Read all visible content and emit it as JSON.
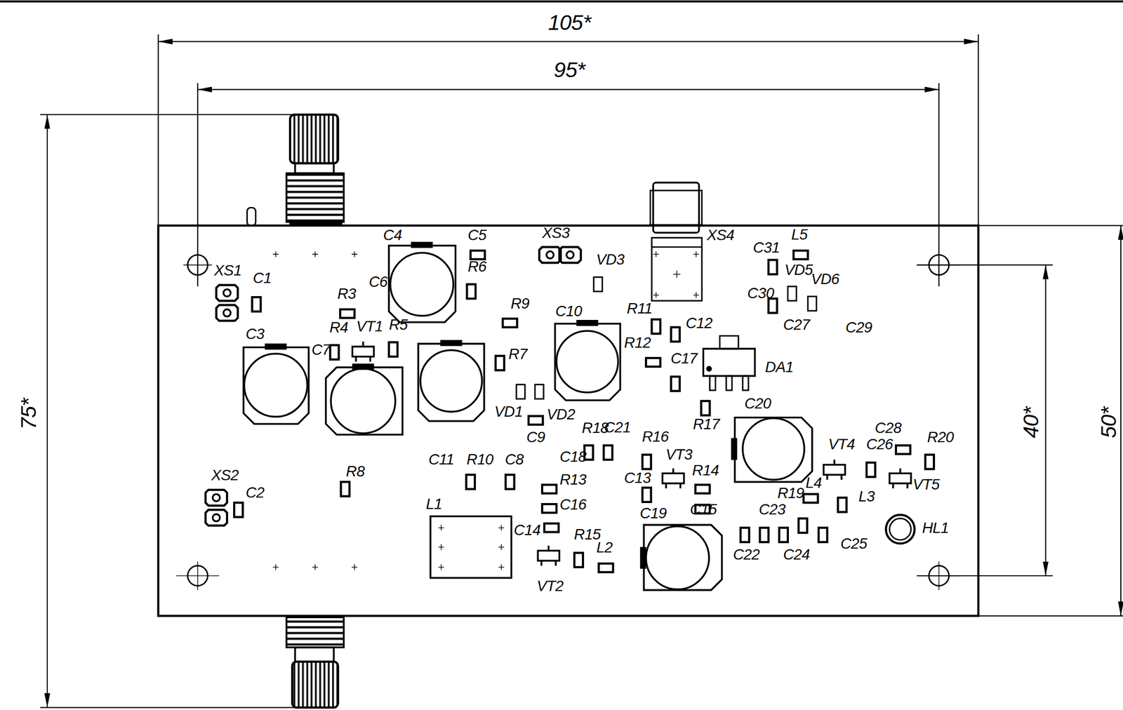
{
  "diagram": {
    "labels": [
      "105*",
      "95*",
      "75*",
      "40*",
      "50*",
      "XS1",
      "C1",
      "C4",
      "C5",
      "XS3",
      "XS4",
      "VD3",
      "C31",
      "L5",
      "R6",
      "C6",
      "R3",
      "VD5",
      "VD6",
      "C30",
      "R9",
      "C10",
      "R11",
      "C12",
      "C27",
      "C29",
      "R4",
      "VT1",
      "R5",
      "C3",
      "C7",
      "R12",
      "C17",
      "R7",
      "DA1",
      "VD1",
      "VD2",
      "C9",
      "C20",
      "R17",
      "R18",
      "C21",
      "R16",
      "VT3",
      "C28",
      "C26",
      "R20",
      "VT4",
      "C11",
      "R10",
      "C8",
      "C18",
      "R8",
      "XS2",
      "C2",
      "R13",
      "C13",
      "R14",
      "L4",
      "L3",
      "VT5",
      "R19",
      "C16",
      "C19",
      "C15",
      "C23",
      "L1",
      "HL1",
      "C14",
      "R15",
      "L2",
      "C22",
      "C24",
      "C25",
      "VT2"
    ]
  }
}
